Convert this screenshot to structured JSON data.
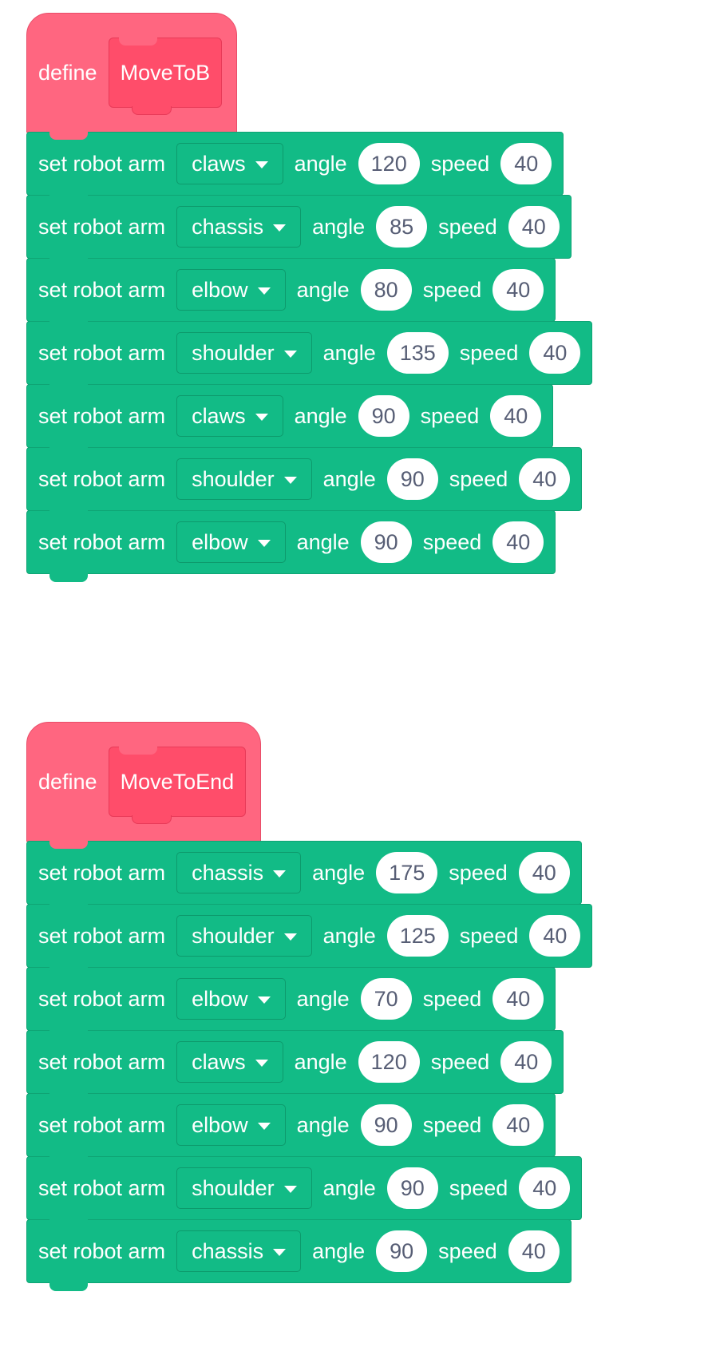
{
  "scripts": [
    {
      "define_label": "define",
      "procedure_name": "MoveToB",
      "blocks": [
        {
          "label": "set robot arm",
          "joint": "claws",
          "angle_label": "angle",
          "angle": "120",
          "speed_label": "speed",
          "speed": "40"
        },
        {
          "label": "set robot arm",
          "joint": "chassis",
          "angle_label": "angle",
          "angle": "85",
          "speed_label": "speed",
          "speed": "40"
        },
        {
          "label": "set robot arm",
          "joint": "elbow",
          "angle_label": "angle",
          "angle": "80",
          "speed_label": "speed",
          "speed": "40"
        },
        {
          "label": "set robot arm",
          "joint": "shoulder",
          "angle_label": "angle",
          "angle": "135",
          "speed_label": "speed",
          "speed": "40"
        },
        {
          "label": "set robot arm",
          "joint": "claws",
          "angle_label": "angle",
          "angle": "90",
          "speed_label": "speed",
          "speed": "40"
        },
        {
          "label": "set robot arm",
          "joint": "shoulder",
          "angle_label": "angle",
          "angle": "90",
          "speed_label": "speed",
          "speed": "40"
        },
        {
          "label": "set robot arm",
          "joint": "elbow",
          "angle_label": "angle",
          "angle": "90",
          "speed_label": "speed",
          "speed": "40"
        }
      ]
    },
    {
      "define_label": "define",
      "procedure_name": "MoveToEnd",
      "blocks": [
        {
          "label": "set robot arm",
          "joint": "chassis",
          "angle_label": "angle",
          "angle": "175",
          "speed_label": "speed",
          "speed": "40"
        },
        {
          "label": "set robot arm",
          "joint": "shoulder",
          "angle_label": "angle",
          "angle": "125",
          "speed_label": "speed",
          "speed": "40"
        },
        {
          "label": "set robot arm",
          "joint": "elbow",
          "angle_label": "angle",
          "angle": "70",
          "speed_label": "speed",
          "speed": "40"
        },
        {
          "label": "set robot arm",
          "joint": "claws",
          "angle_label": "angle",
          "angle": "120",
          "speed_label": "speed",
          "speed": "40"
        },
        {
          "label": "set robot arm",
          "joint": "elbow",
          "angle_label": "angle",
          "angle": "90",
          "speed_label": "speed",
          "speed": "40"
        },
        {
          "label": "set robot arm",
          "joint": "shoulder",
          "angle_label": "angle",
          "angle": "90",
          "speed_label": "speed",
          "speed": "40"
        },
        {
          "label": "set robot arm",
          "joint": "chassis",
          "angle_label": "angle",
          "angle": "90",
          "speed_label": "speed",
          "speed": "40"
        }
      ]
    }
  ],
  "colors": {
    "define_block": "#ff6680",
    "procedure_name": "#ff4d6a",
    "motion_block": "#12bb86",
    "input_text": "#575e75"
  }
}
